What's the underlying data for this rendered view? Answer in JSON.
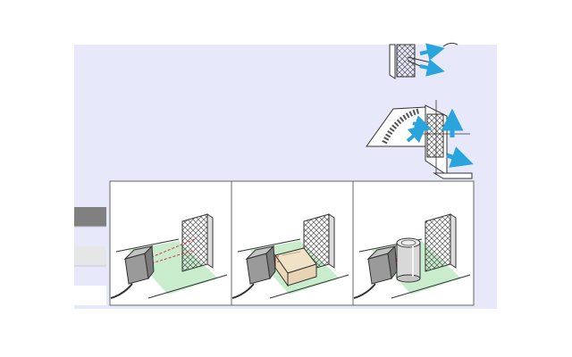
{
  "colors": {
    "page_background": "#ffffff",
    "diagram_background": "#e8e8fb",
    "panel_background": "#ffffff",
    "floor_green": "#c8eccc",
    "beam_red": "#e0303a",
    "accent_arrow": "#2aa4dc",
    "box_tan": "#f0e2c6",
    "swatch_dark": "#808080",
    "swatch_light": "#e6e6e6"
  },
  "icons": {
    "sensor": "sensor-icon",
    "reflector": "reflector-icon",
    "box": "carton-icon",
    "cylinder": "can-icon",
    "arrow": "arrow-icon"
  },
  "panels": [
    {
      "name": "panel-clear-beam",
      "object": "none"
    },
    {
      "name": "panel-box-target",
      "object": "box"
    },
    {
      "name": "panel-cylinder-target",
      "object": "cylinder"
    }
  ],
  "side_swatches": [
    "dark",
    "light",
    "white"
  ]
}
